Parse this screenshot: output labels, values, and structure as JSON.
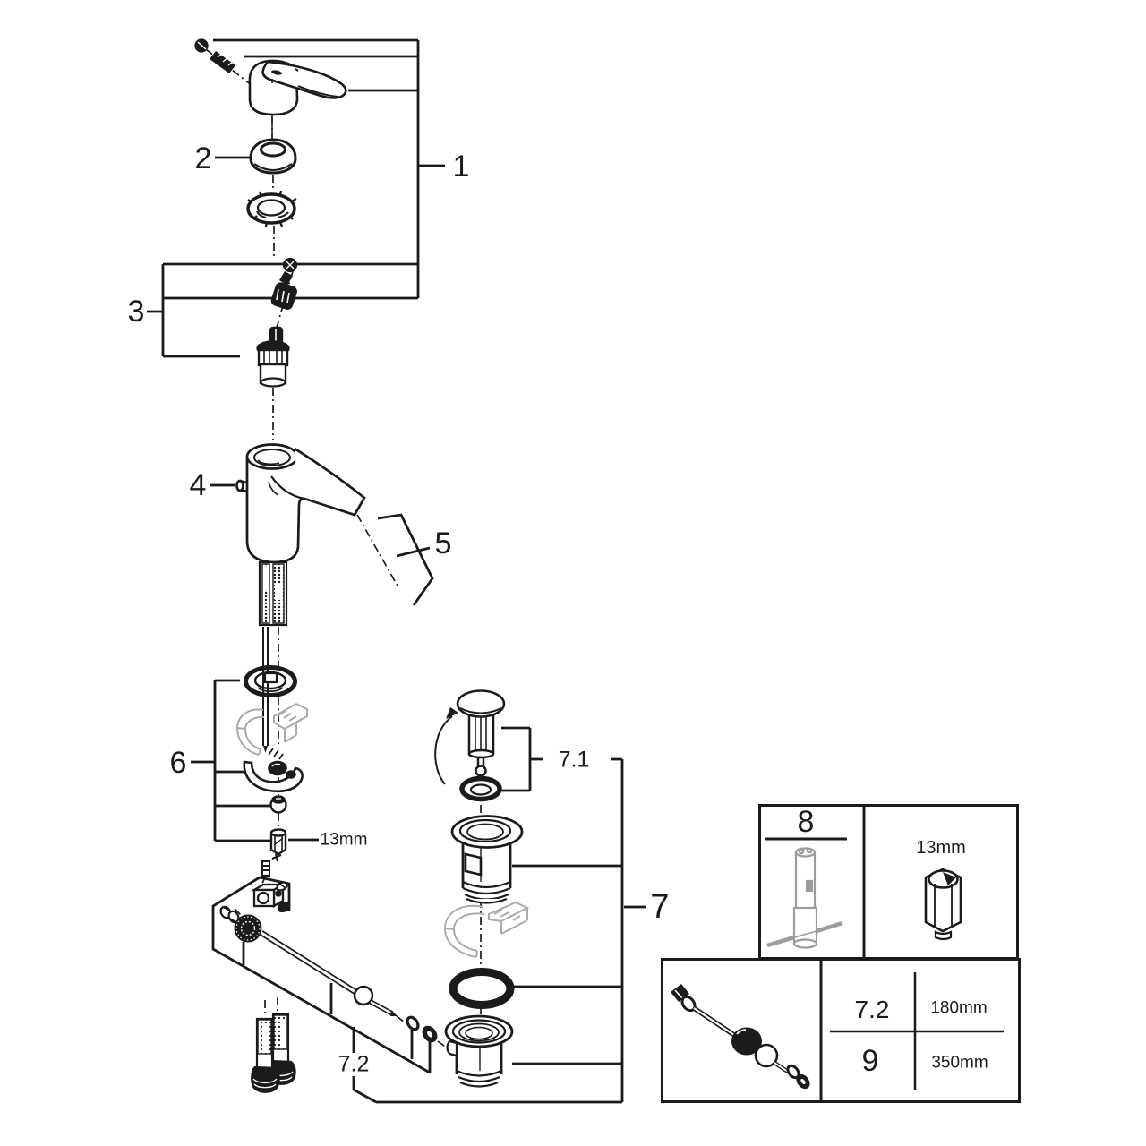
{
  "diagram": {
    "type": "exploded-parts-diagram",
    "subject": "single-lever basin faucet with pop-up waste set",
    "callouts": {
      "part1": "1",
      "part2": "2",
      "part3": "3",
      "part4": "4",
      "part5": "5",
      "part6": "6",
      "part7": "7",
      "part7_1": "7.1",
      "part7_2": "7.2"
    },
    "inline_labels": {
      "hex_sleeve_size": "13mm"
    },
    "tool_box": {
      "part_number": "8",
      "socket_size": "13mm"
    },
    "rod_table": {
      "rows": [
        {
          "part": "7.2",
          "length": "180mm"
        },
        {
          "part": "9",
          "length": "350mm"
        }
      ]
    },
    "colors": {
      "line": "#1b1b1b",
      "phantom_part": "#ababab",
      "tool_grey": "#9c9c9c",
      "background": "#ffffff"
    }
  }
}
